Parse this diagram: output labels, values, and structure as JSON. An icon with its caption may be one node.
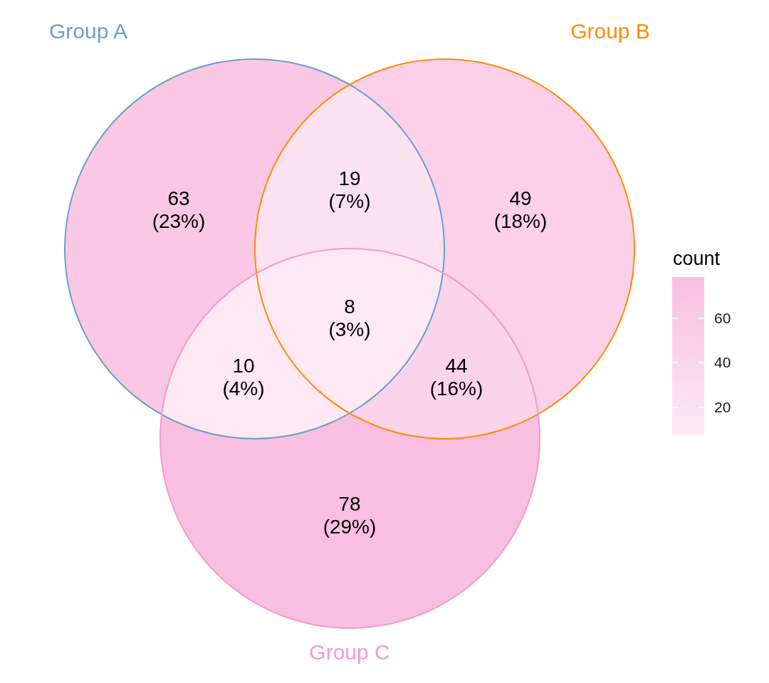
{
  "diagram": {
    "nodes": [
      {
        "text": [
          "Group A"
        ]
      },
      {
        "text": [
          "Group B"
        ]
      },
      {
        "text": [
          "Group C"
        ]
      },
      {
        "text": [
          "63",
          "(23%)"
        ],
        "in": 0
      },
      {
        "text": [
          "19",
          "(7%)"
        ]
      },
      {
        "text": [
          "49",
          "(18%)"
        ],
        "in": 1
      },
      {
        "text": [
          "8",
          "(3%)"
        ]
      },
      {
        "text": [
          "10",
          "(4%)"
        ]
      },
      {
        "text": [
          "44",
          "(16%)"
        ]
      },
      {
        "text": [
          "78",
          "(29%)"
        ],
        "in": 2
      }
    ],
    "labels": [
      "count",
      "60",
      "40",
      "20"
    ]
  }
}
